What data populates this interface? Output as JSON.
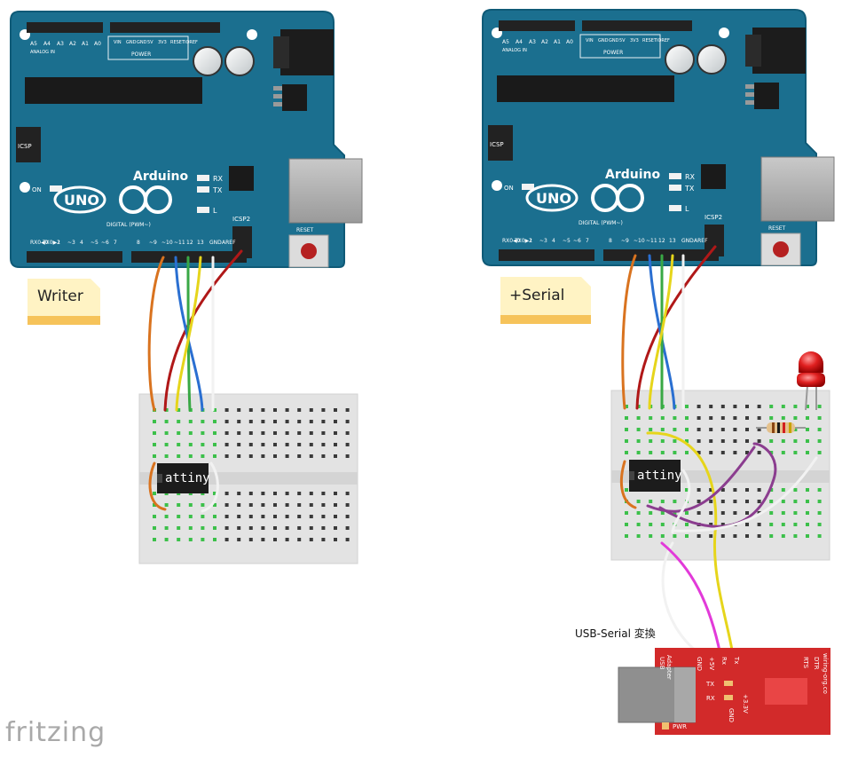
{
  "notes": {
    "left": "Writer",
    "right": "+Serial"
  },
  "chips": {
    "left": "attiny",
    "right": "attiny"
  },
  "arduino": {
    "brand": "Arduino",
    "model": "UNO",
    "on_label": "ON",
    "rx_label": "RX",
    "tx_label": "TX",
    "l_label": "L",
    "icsp_label": "ICSP",
    "icsp2_label": "ICSP2",
    "reset_label": "RESET",
    "digital_label": "DIGITAL (PWM~)",
    "power_label": "POWER",
    "analog_label": "ANALOG IN",
    "analog_pins": [
      "A5",
      "A4",
      "A3",
      "A2",
      "A1",
      "A0"
    ],
    "power_pins": [
      "VIN",
      "GND",
      "GND",
      "5V",
      "3V3",
      "RESET",
      "IOREF"
    ],
    "digital_low": [
      "RX0◀0",
      "TX0▶1",
      "2",
      "~3",
      "4",
      "~5",
      "~6",
      "7"
    ],
    "digital_high": [
      "8",
      "~9",
      "~10",
      "~11",
      "12",
      "13",
      "GND",
      "AREF"
    ]
  },
  "adapter": {
    "caption": "USB-Serial 変換",
    "top_labels": [
      "USB",
      "Adapter",
      "GND",
      "+5V",
      "Rx",
      "Tx",
      "RTS",
      "DTR",
      "wiring-org.co"
    ],
    "tx_led": "TX",
    "rx_led": "RX",
    "pwr_led": "PWR",
    "v33": "+3.3V",
    "gnd": "GND"
  },
  "logo": "fritzing",
  "colors": {
    "board": "#1b6f8f",
    "board_edge": "#0f5a77",
    "wire_orange": "#d9731f",
    "wire_red": "#b01818",
    "wire_blue": "#2a6fd1",
    "wire_green": "#39a845",
    "wire_yellow": "#e6d51b",
    "wire_white": "#f2f2f2",
    "wire_purple": "#8b3d8f",
    "wire_magenta": "#e23ad9",
    "adapter_red": "#d22a2a",
    "breadboard": "#e3e3e3",
    "note": "#fff3c4",
    "note_bottom": "#f6c35a"
  }
}
